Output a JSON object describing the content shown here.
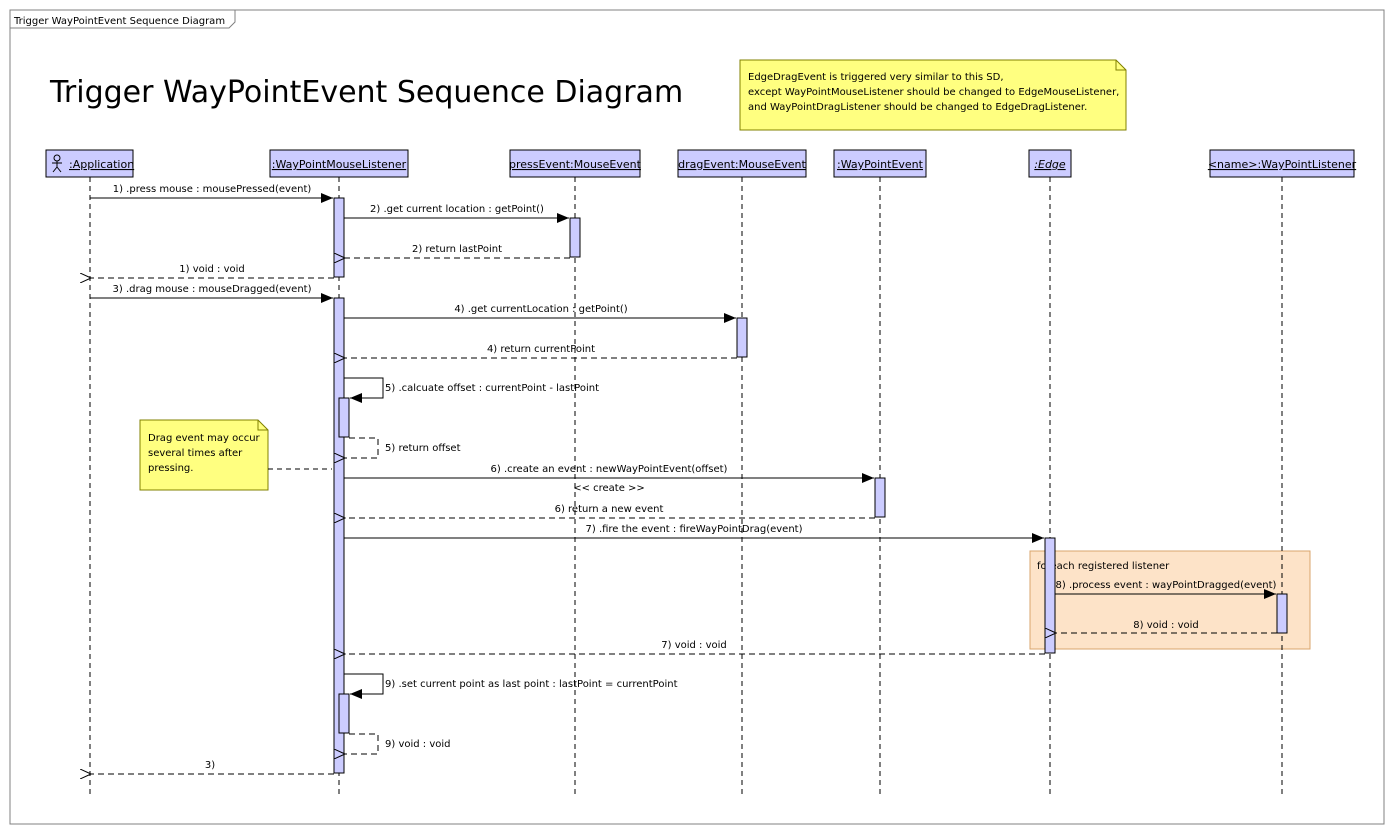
{
  "frame": {
    "tab_label": "Trigger WayPointEvent Sequence Diagram"
  },
  "title": "Trigger WayPointEvent Sequence Diagram",
  "colors": {
    "lifeline_box": "#ccccff",
    "note_fill": "#ffff80",
    "fragment_fill": "#fde3c8",
    "fragment_border": "#d9a46c",
    "line": "#000000"
  },
  "lifelines": [
    {
      "id": "app",
      "label": ":Application",
      "actor": true,
      "icon": "actor-icon"
    },
    {
      "id": "wml",
      "label": ":WayPointMouseListener"
    },
    {
      "id": "press",
      "label": "pressEvent:MouseEvent"
    },
    {
      "id": "drag",
      "label": "dragEvent:MouseEvent"
    },
    {
      "id": "wpe",
      "label": ":WayPointEvent"
    },
    {
      "id": "edge",
      "label": ":Edge",
      "italic": true
    },
    {
      "id": "wpl",
      "label": "<name>:WayPointListener"
    }
  ],
  "notes": [
    {
      "id": "top-note",
      "lines": [
        "EdgeDragEvent is triggered very similar to this SD,",
        "except WayPointMouseListener should be changed to EdgeMouseListener,",
        "and WayPointDragListener should be changed to EdgeDragListener."
      ]
    },
    {
      "id": "drag-note",
      "lines": [
        "Drag event may occur",
        "several times after",
        "pressing."
      ]
    }
  ],
  "fragment": {
    "label": "foreach registered listener"
  },
  "messages": [
    {
      "label": "1) .press mouse : mousePressed(event)",
      "from": "app",
      "to": "wml",
      "kind": "sync"
    },
    {
      "label": "2) .get current location : getPoint()",
      "from": "wml",
      "to": "press",
      "kind": "sync"
    },
    {
      "label": "2) return lastPoint",
      "from": "press",
      "to": "wml",
      "kind": "return"
    },
    {
      "label": "1) void : void",
      "from": "wml",
      "to": "app",
      "kind": "return"
    },
    {
      "label": "3) .drag mouse : mouseDragged(event)",
      "from": "app",
      "to": "wml",
      "kind": "sync"
    },
    {
      "label": "4) .get currentLocation : getPoint()",
      "from": "wml",
      "to": "drag",
      "kind": "sync"
    },
    {
      "label": "4) return currentPoint",
      "from": "drag",
      "to": "wml",
      "kind": "return"
    },
    {
      "label": "5) .calcuate offset : currentPoint - lastPoint",
      "from": "wml",
      "to": "wml",
      "kind": "self"
    },
    {
      "label": "5) return offset",
      "from": "wml",
      "to": "wml",
      "kind": "self-return"
    },
    {
      "label": "6) .create an event : newWayPointEvent(offset)",
      "from": "wml",
      "to": "wpe",
      "kind": "sync"
    },
    {
      "label": "<< create >>",
      "from": "wml",
      "to": "wpe",
      "kind": "stereotype"
    },
    {
      "label": "6) return a new event",
      "from": "wpe",
      "to": "wml",
      "kind": "return"
    },
    {
      "label": "7) .fire the event : fireWayPointDrag(event)",
      "from": "wml",
      "to": "edge",
      "kind": "sync"
    },
    {
      "label": "8) .process event : wayPointDragged(event)",
      "from": "edge",
      "to": "wpl",
      "kind": "sync"
    },
    {
      "label": "8) void : void",
      "from": "wpl",
      "to": "edge",
      "kind": "return"
    },
    {
      "label": "7) void : void",
      "from": "edge",
      "to": "wml",
      "kind": "return"
    },
    {
      "label": "9) .set current point as last point : lastPoint = currentPoint",
      "from": "wml",
      "to": "wml",
      "kind": "self"
    },
    {
      "label": "9) void : void",
      "from": "wml",
      "to": "wml",
      "kind": "self-return"
    },
    {
      "label": "3)",
      "from": "wml",
      "to": "app",
      "kind": "return"
    }
  ]
}
